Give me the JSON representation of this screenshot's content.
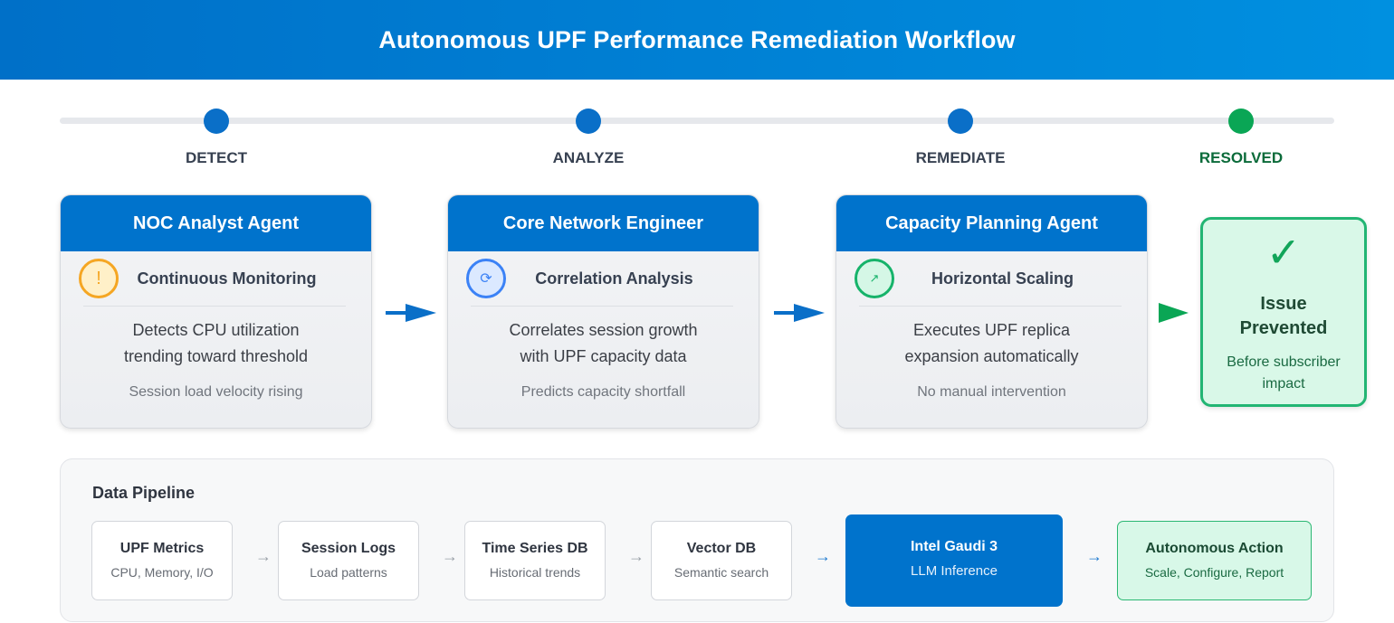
{
  "header": {
    "title": "Autonomous UPF Performance Remediation Workflow"
  },
  "colors": {
    "primary": "#0073cc",
    "success": "#0aa655",
    "warning": "#f5a623"
  },
  "stages": [
    {
      "label": "DETECT",
      "status": "active"
    },
    {
      "label": "ANALYZE",
      "status": "active"
    },
    {
      "label": "REMEDIATE",
      "status": "active"
    },
    {
      "label": "RESOLVED",
      "status": "complete"
    }
  ],
  "agents": [
    {
      "name": "NOC Analyst Agent",
      "icon": "warning-icon",
      "icon_glyph": "!",
      "task": "Continuous Monitoring",
      "desc_line1": "Detects CPU utilization",
      "desc_line2": "trending toward threshold",
      "note": "Session load velocity rising"
    },
    {
      "name": "Core Network Engineer",
      "icon": "refresh-icon",
      "icon_glyph": "⟳",
      "task": "Correlation Analysis",
      "desc_line1": "Correlates session growth",
      "desc_line2": "with UPF capacity data",
      "note": "Predicts capacity shortfall"
    },
    {
      "name": "Capacity Planning Agent",
      "icon": "trend-up-icon",
      "icon_glyph": "↗",
      "task": "Horizontal Scaling",
      "desc_line1": "Executes UPF replica",
      "desc_line2": "expansion automatically",
      "note": "No manual intervention"
    }
  ],
  "outcome": {
    "icon_glyph": "✓",
    "title_line1": "Issue",
    "title_line2": "Prevented",
    "sub_line1": "Before subscriber",
    "sub_line2": "impact"
  },
  "pipeline": {
    "title": "Data Pipeline",
    "arrow_glyph": "→",
    "nodes": [
      {
        "title": "UPF Metrics",
        "sub": "CPU, Memory, I/O"
      },
      {
        "title": "Session Logs",
        "sub": "Load patterns"
      },
      {
        "title": "Time Series DB",
        "sub": "Historical trends"
      },
      {
        "title": "Vector DB",
        "sub": "Semantic search"
      },
      {
        "title": "Intel Gaudi 3",
        "sub": "LLM Inference"
      },
      {
        "title": "Autonomous Action",
        "sub": "Scale, Configure, Report"
      }
    ]
  }
}
